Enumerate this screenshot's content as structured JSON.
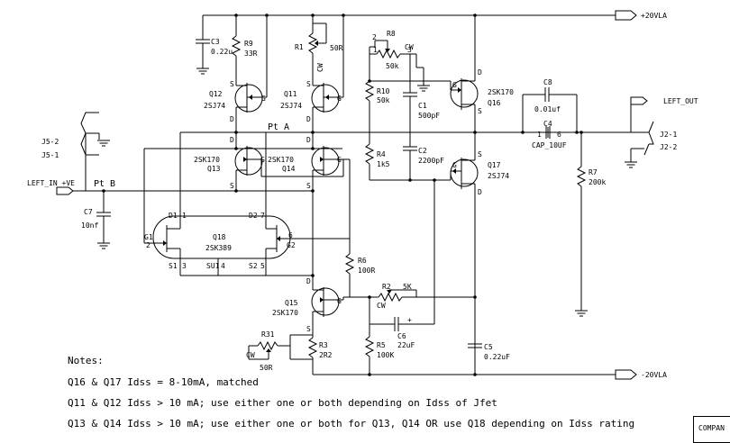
{
  "rails": {
    "pos": "+20VLA",
    "neg": "-20VLA"
  },
  "ports": {
    "input": "LEFT_IN_+VE",
    "output": "LEFT_OUT"
  },
  "connectors": {
    "j5_2": "J5-2",
    "j5_1": "J5-1",
    "j2_1": "J2-1",
    "j2_2": "J2-2"
  },
  "points": {
    "a": "Pt A",
    "b": "Pt B"
  },
  "components": {
    "c3": {
      "ref": "C3",
      "value": "0.22u"
    },
    "r9": {
      "ref": "R9",
      "value": "33R"
    },
    "r1": {
      "ref": "R1",
      "value": "50R",
      "cw": "CW"
    },
    "r8": {
      "ref": "R8",
      "value": "50k",
      "cw": "CW"
    },
    "r10": {
      "ref": "R10",
      "value": "50k"
    },
    "c1": {
      "ref": "C1",
      "value": "500pF"
    },
    "c2": {
      "ref": "C2",
      "value": "2200pF"
    },
    "r4": {
      "ref": "R4",
      "value": "1k5"
    },
    "q12": {
      "ref": "Q12",
      "part": "2SJ74"
    },
    "q11": {
      "ref": "Q11",
      "part": "2SJ74"
    },
    "q13": {
      "ref": "Q13",
      "part": "2SK170"
    },
    "q14": {
      "ref": "Q14",
      "part": "2SK170"
    },
    "q16": {
      "ref": "Q16",
      "part": "2SK170"
    },
    "q17": {
      "ref": "Q17",
      "part": "2SJ74"
    },
    "c8": {
      "ref": "C8",
      "value": "0.01uf"
    },
    "c4": {
      "ref": "C4",
      "value": "CAP_10UF"
    },
    "r7": {
      "ref": "R7",
      "value": "200k"
    },
    "c7": {
      "ref": "C7",
      "value": "10nf"
    },
    "q18": {
      "ref": "Q18",
      "part": "2SK389",
      "sub": "SU1"
    },
    "r6": {
      "ref": "R6",
      "value": "100R"
    },
    "r2": {
      "ref": "R2",
      "value": "5K",
      "cw": "CW"
    },
    "c6": {
      "ref": "C6",
      "value": "22uF"
    },
    "q15": {
      "ref": "Q15",
      "part": "2SK170"
    },
    "r31": {
      "ref": "R31",
      "value": "50R",
      "cw": "CW"
    },
    "r3": {
      "ref": "R3",
      "value": "2R2"
    },
    "r5": {
      "ref": "R5",
      "value": "100K"
    },
    "c5": {
      "ref": "C5",
      "value": "0.22uF"
    }
  },
  "pins": {
    "d": "D",
    "s": "S",
    "g": "G",
    "d1": "D1",
    "d2": "D2",
    "s1": "S1",
    "s2": "S2",
    "g1": "G1",
    "g2": "G2",
    "n1": "1",
    "n2": "2",
    "n3": "3",
    "n4": "4",
    "n5": "5",
    "n6": "6",
    "n7": "7"
  },
  "notes": {
    "heading": "Notes:",
    "lines": [
      "Q16 & Q17 Idss = 8-10mA, matched",
      "Q11 & Q12 Idss > 10 mA; use either one or both depending on Idss of Jfet",
      "Q13 & Q14 Idss > 10 mA; use either one or both for Q13, Q14 OR use Q18 depending on Idss rating"
    ]
  },
  "titleblock": {
    "company": "COMPAN"
  }
}
